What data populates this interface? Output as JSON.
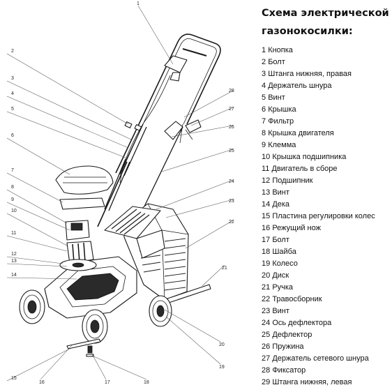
{
  "title_line1": "Схема электрической",
  "title_line2": "газонокосилки:",
  "parts": [
    {
      "n": "1",
      "label": "Кнопка"
    },
    {
      "n": "2",
      "label": "Болт"
    },
    {
      "n": "3",
      "label": "Штанга нижняя, правая"
    },
    {
      "n": "4",
      "label": "Держатель шнура"
    },
    {
      "n": "5",
      "label": "Винт"
    },
    {
      "n": "6",
      "label": "Крышка"
    },
    {
      "n": "7",
      "label": "Фильтр"
    },
    {
      "n": "8",
      "label": "Крышка двигателя"
    },
    {
      "n": "9",
      "label": "Клемма"
    },
    {
      "n": "10",
      "label": "Крышка подшипника"
    },
    {
      "n": "11",
      "label": "Двигатель в сборе"
    },
    {
      "n": "12",
      "label": "Подшипник"
    },
    {
      "n": "13",
      "label": "Винт"
    },
    {
      "n": "14",
      "label": "Дека"
    },
    {
      "n": "15",
      "label": "Пластина регулировки колес"
    },
    {
      "n": "16",
      "label": "Режущий нож"
    },
    {
      "n": "17",
      "label": "Болт"
    },
    {
      "n": "18",
      "label": "Шайба"
    },
    {
      "n": "19",
      "label": "Колесо"
    },
    {
      "n": "20",
      "label": "Диск"
    },
    {
      "n": "21",
      "label": "Ручка"
    },
    {
      "n": "22",
      "label": "Травосборник"
    },
    {
      "n": "23",
      "label": "Винт"
    },
    {
      "n": "24",
      "label": "Ось дефлектора"
    },
    {
      "n": "25",
      "label": "Дефлектор"
    },
    {
      "n": "26",
      "label": "Пружина"
    },
    {
      "n": "27",
      "label": "Держатель сетевого шнура"
    },
    {
      "n": "28",
      "label": "Фиксатор"
    },
    {
      "n": "29",
      "label": "Штанга нижняя, левая"
    }
  ],
  "callout_numbers": [
    "1",
    "2",
    "3",
    "4",
    "5",
    "6",
    "7",
    "8",
    "9",
    "10",
    "11",
    "12",
    "13",
    "14",
    "15",
    "16",
    "17",
    "18",
    "19",
    "20",
    "21",
    "22",
    "23",
    "24",
    "25",
    "26",
    "27",
    "28"
  ]
}
